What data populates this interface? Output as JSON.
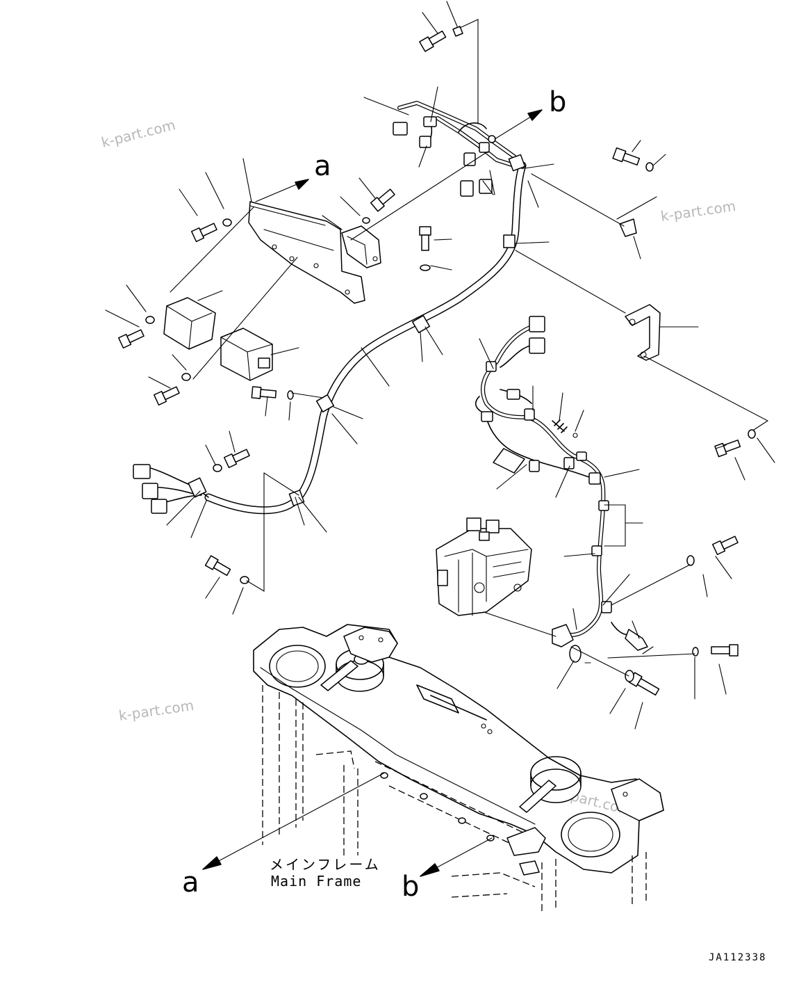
{
  "watermark": "k-part.com",
  "reference_marks": {
    "a": "a",
    "b": "b"
  },
  "frame_label": {
    "japanese": "メインフレーム",
    "english": "Main Frame"
  },
  "drawing_code": "JA112338"
}
